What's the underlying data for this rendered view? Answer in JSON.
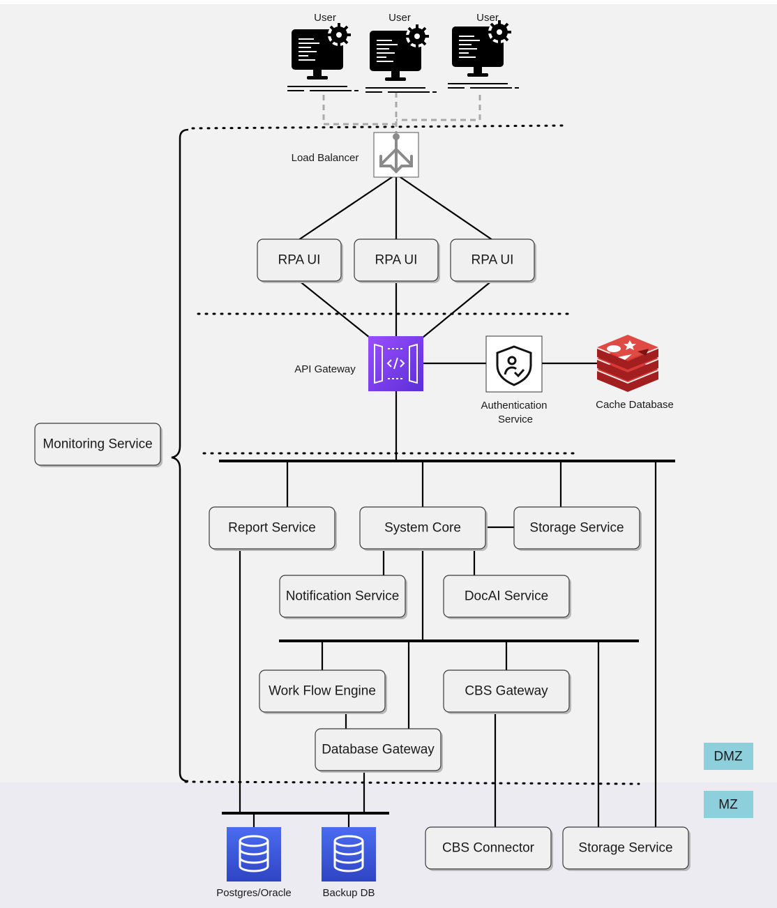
{
  "users": [
    "User",
    "User",
    "User"
  ],
  "load_balancer": "Load Balancer",
  "rpa_ui": [
    "RPA UI",
    "RPA UI",
    "RPA UI"
  ],
  "api_gateway": "API Gateway",
  "authentication_service": [
    "Authentication",
    "Service"
  ],
  "cache_database": "Cache Database",
  "monitoring_service": "Monitoring Service",
  "report_service": "Report Service",
  "system_core": "System Core",
  "storage_service_dmz": "Storage Service",
  "notification_service": "Notification Service",
  "docai_service": "DocAI Service",
  "workflow_engine": "Work Flow Engine",
  "cbs_gateway": "CBS Gateway",
  "database_gateway": "Database Gateway",
  "zones": {
    "dmz": "DMZ",
    "mz": "MZ"
  },
  "postgres_oracle": "Postgres/Oracle",
  "backup_db": "Backup DB",
  "cbs_connector": "CBS Connector",
  "storage_service_mz": "Storage Service",
  "colors": {
    "dmz_background": "#f2f2f2",
    "mz_background": "#ecebf2",
    "zone_label": "#8ecfdc",
    "box_fill": "#f0f0f0",
    "api_gateway": "#7b3fe4",
    "database_icon": "#3b5bdb",
    "cache_database_icon": "#c62828"
  },
  "icons": {
    "user": "computer-monitor-gear-icon",
    "load_balancer": "load-balancer-arrows-icon",
    "api_gateway": "api-gateway-code-icon",
    "authentication": "shield-user-check-icon",
    "cache": "redis-stack-icon",
    "database": "database-cylinder-icon"
  }
}
